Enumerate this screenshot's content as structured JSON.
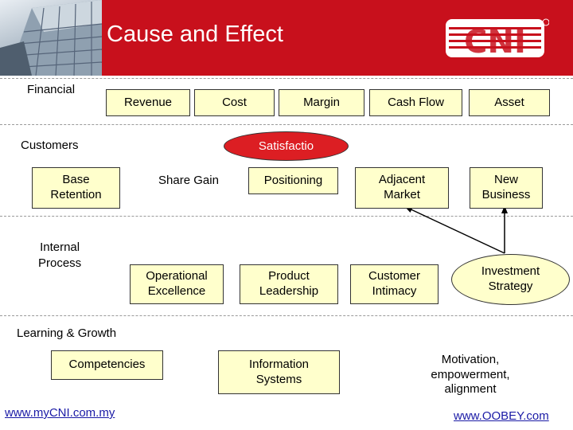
{
  "header": {
    "title": "Cause and Effect",
    "logo_text": "CNI"
  },
  "lanes": {
    "financial": "Financial",
    "customers": "Customers",
    "internal": "Internal\nProcess",
    "learning": "Learning & Growth"
  },
  "financial": {
    "revenue": "Revenue",
    "cost": "Cost",
    "margin": "Margin",
    "cash_flow": "Cash Flow",
    "asset": "Asset"
  },
  "customers": {
    "satisfaction": "Satisfactio",
    "base_retention": "Base\nRetention",
    "share_gain": "Share Gain",
    "positioning": "Positioning",
    "adjacent_market": "Adjacent\nMarket",
    "new_business": "New\nBusiness"
  },
  "internal": {
    "operational_excellence": "Operational\nExcellence",
    "product_leadership": "Product\nLeadership",
    "customer_intimacy": "Customer\nIntimacy",
    "investment_strategy": "Investment\nStrategy"
  },
  "learning": {
    "competencies": "Competencies",
    "information_systems": "Information\nSystems",
    "motivation": "Motivation,\nempowerment,\nalignment"
  },
  "footer": {
    "left_link": "www.myCNI.com.my",
    "right_link": "www.OOBEY.com"
  },
  "colors": {
    "header_red": "#c8101c",
    "box_fill": "#ffffcc",
    "satisfaction_fill": "#dc1e23",
    "link_blue": "#1a1aa6"
  }
}
